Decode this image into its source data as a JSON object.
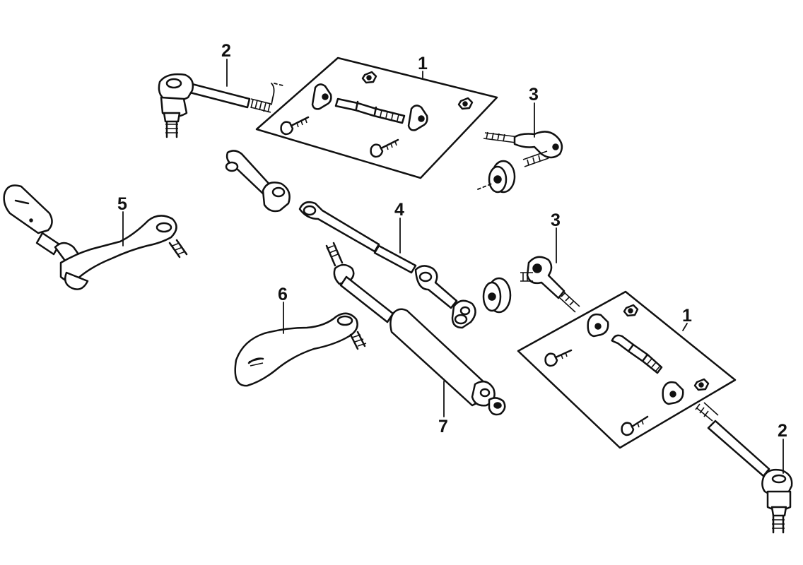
{
  "callouts": {
    "c1_top": "1",
    "c1_bottom": "1",
    "c2_top": "2",
    "c2_bottom": "2",
    "c3_top": "3",
    "c3_mid": "3",
    "c4": "4",
    "c5": "5",
    "c6": "6",
    "c7": "7"
  }
}
